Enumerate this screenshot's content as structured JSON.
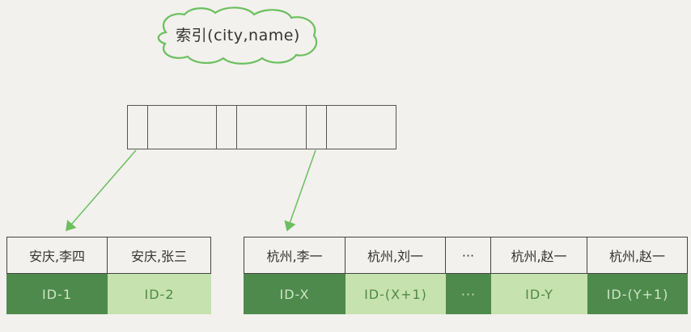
{
  "index_label": "索引(city,name)",
  "colors": {
    "arrow": "#6bbf5e",
    "cloud_stroke": "#6bbf5e",
    "dark_value": "#4e8a4c",
    "light_value": "#c6e2ae"
  },
  "leaf_left": [
    {
      "key": "安庆,李四",
      "value": "ID-1",
      "shade": "dark"
    },
    {
      "key": "安庆,张三",
      "value": "ID-2",
      "shade": "light"
    }
  ],
  "leaf_right": [
    {
      "key": "杭州,李一",
      "value": "ID-X",
      "shade": "dark"
    },
    {
      "key": "杭州,刘一",
      "value": "ID-(X+1)",
      "shade": "light"
    },
    {
      "key": "···",
      "value": "···",
      "shade": "dark"
    },
    {
      "key": "杭州,赵一",
      "value": "ID-Y",
      "shade": "light"
    },
    {
      "key": "杭州,赵一",
      "value": "ID-(Y+1)",
      "shade": "dark"
    }
  ]
}
